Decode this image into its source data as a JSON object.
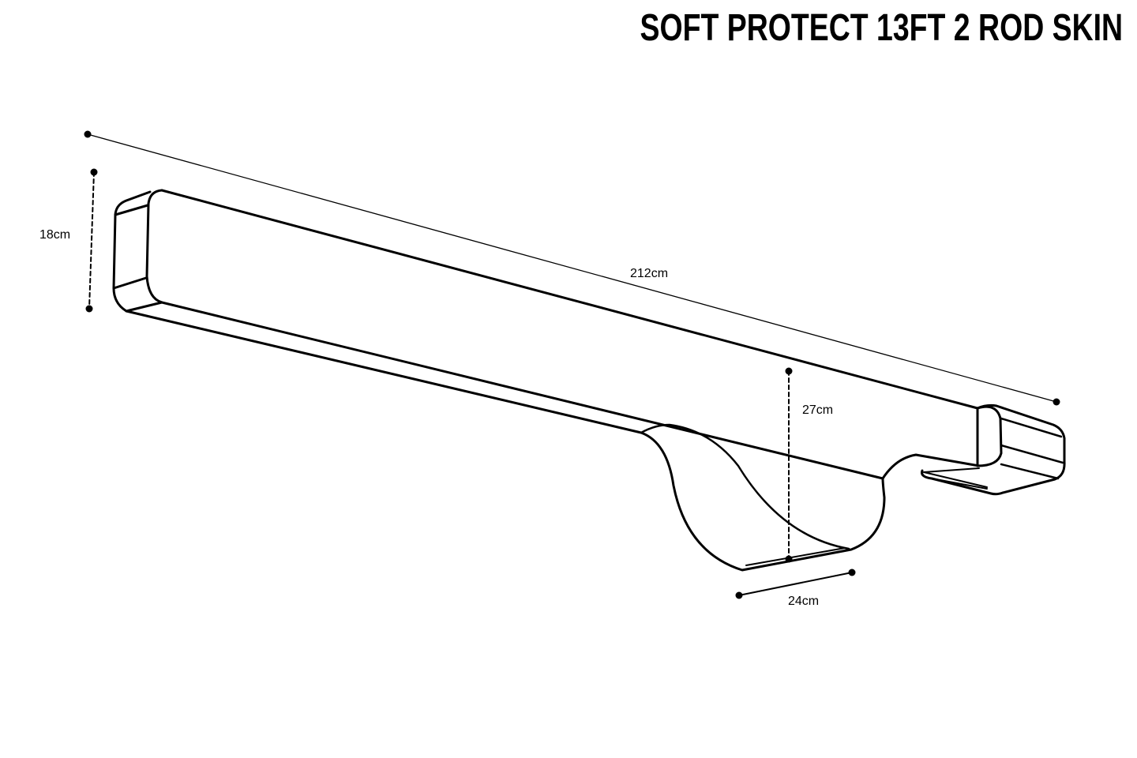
{
  "title": "SOFT PROTECT 13FT 2 ROD SKIN",
  "dimensions": {
    "length": "212cm",
    "height": "18cm",
    "depth": "27cm",
    "width": "24cm"
  }
}
